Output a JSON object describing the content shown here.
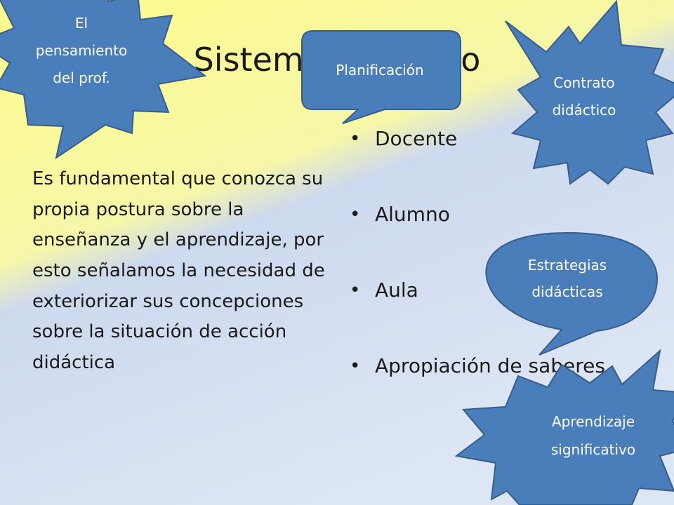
{
  "slide": {
    "title": "Sistema didáctico",
    "paragraph": "Es fundamental que conozca su propia postura sobre la enseñanza y el aprendizaje, por esto señalamos la necesidad de exteriorizar sus concepciones sobre la situación de acción didáctica",
    "bullets": [
      "Docente",
      "Alumno",
      "Aula",
      "Apropiación de saberes"
    ]
  },
  "callouts": {
    "pensamiento": [
      "El",
      "pensamiento",
      "del  prof."
    ],
    "planificacion": [
      "Planificación"
    ],
    "contrato": [
      "Contrato",
      "didáctico"
    ],
    "estrategias": [
      "Estrategias",
      "didácticas"
    ],
    "aprendizaje": [
      "Aprendizaje",
      "significativo"
    ]
  },
  "colors": {
    "shape_fill": "#4a7ebb",
    "shape_stroke": "#385d8a",
    "bg_yellow": "#fdfb8c",
    "bg_blue": "#c8d7ee"
  }
}
